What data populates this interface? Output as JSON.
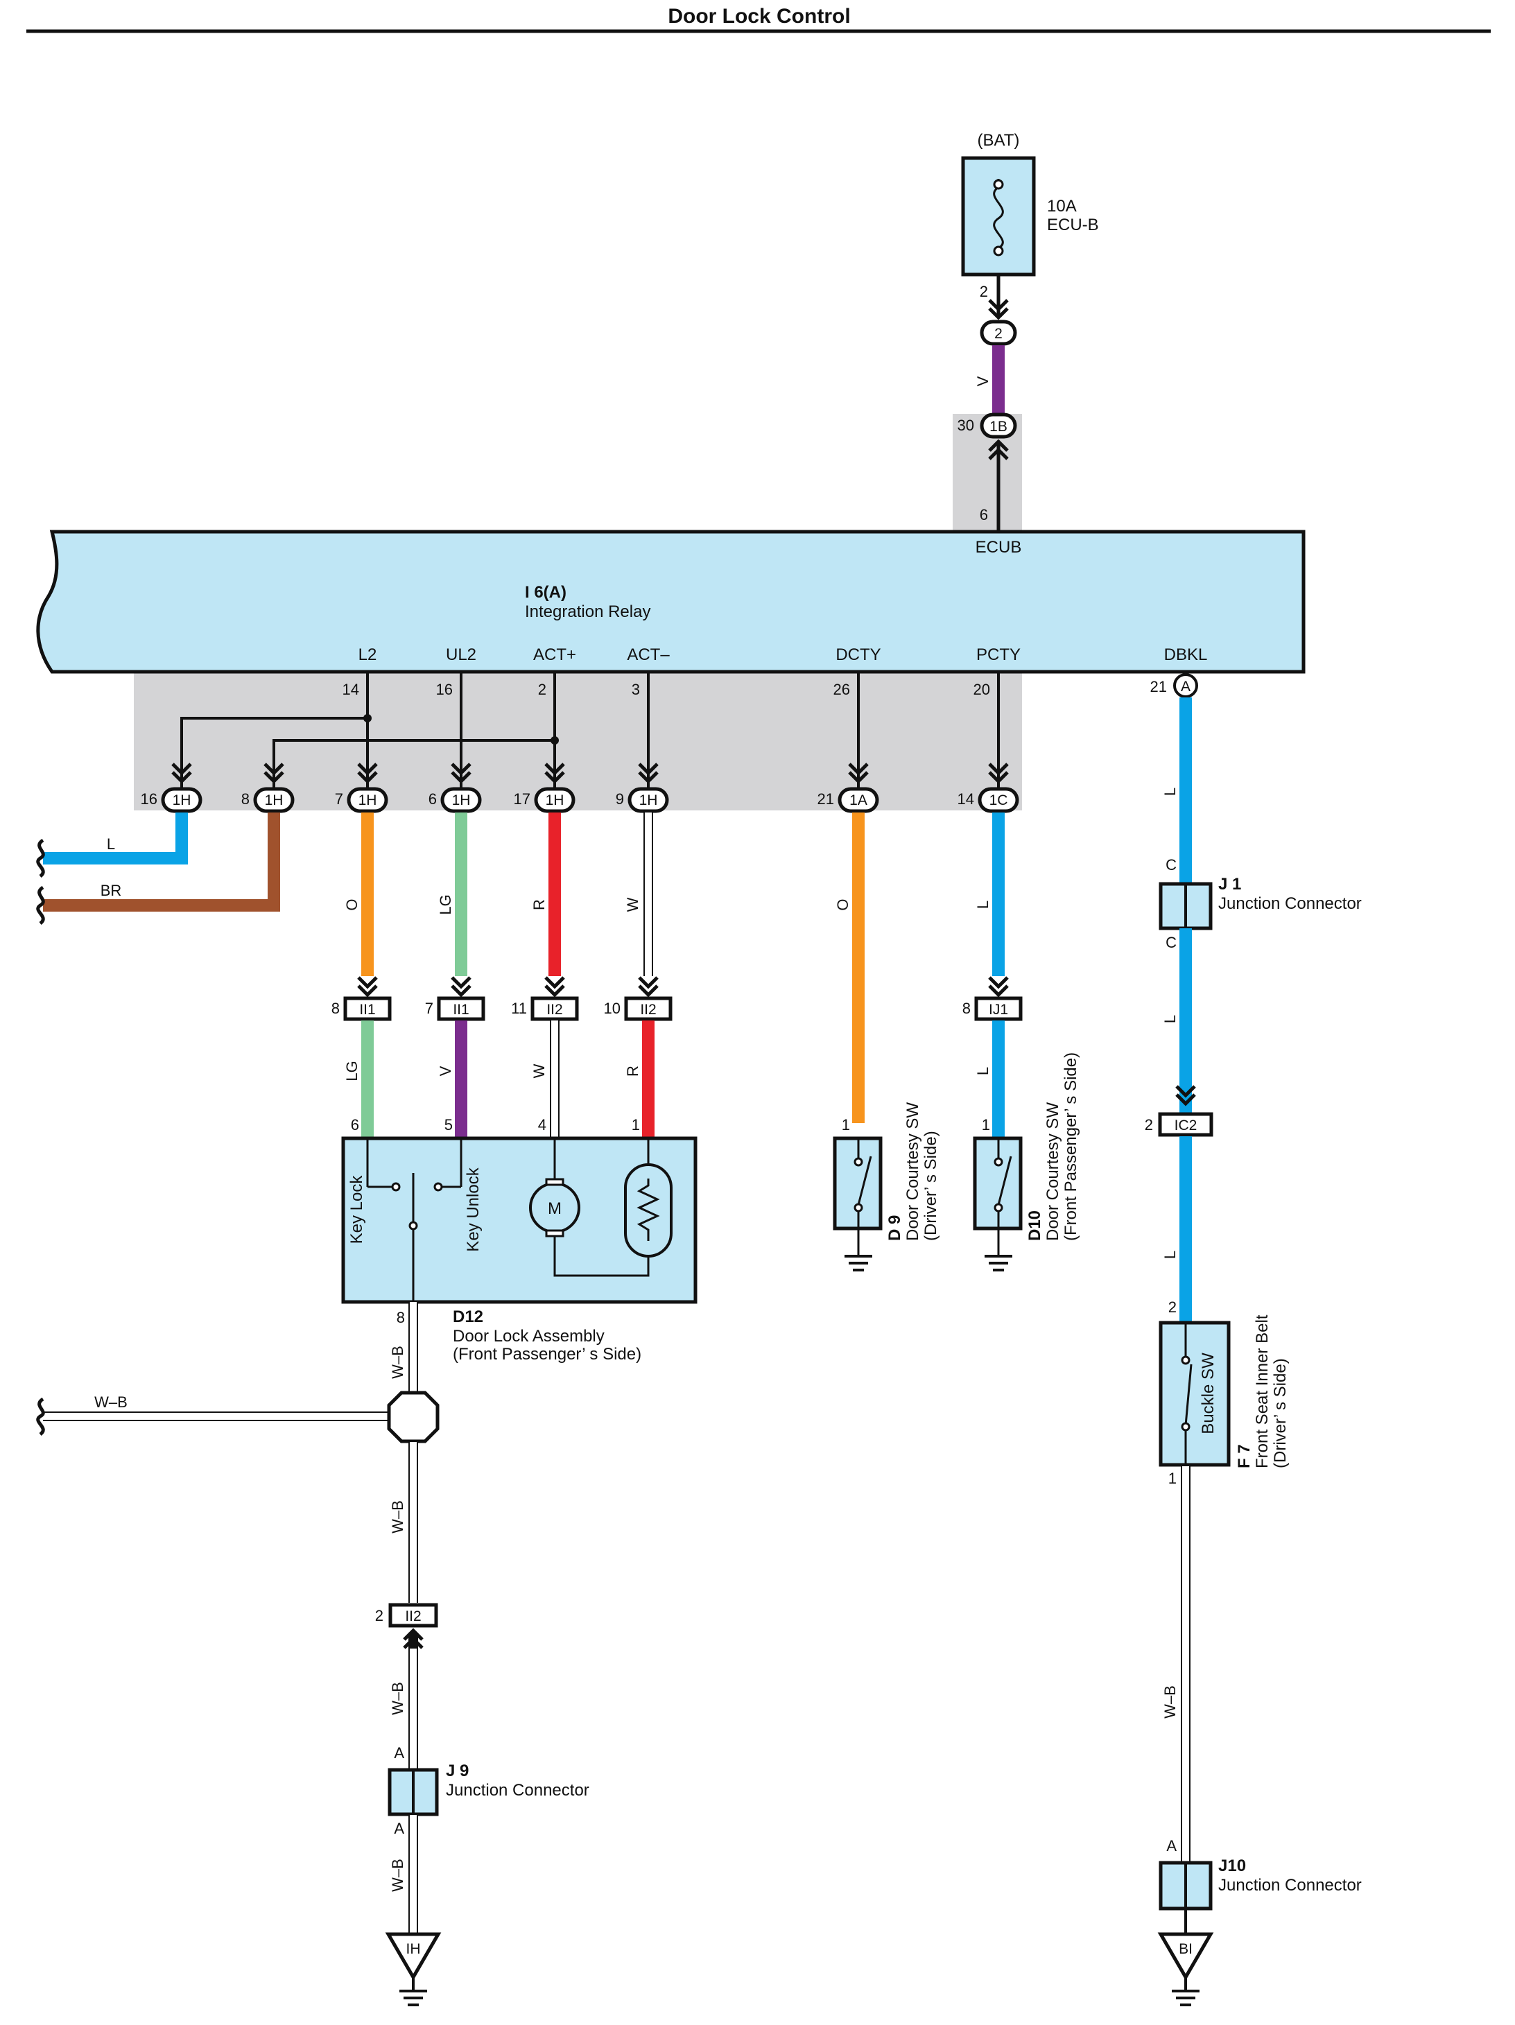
{
  "title": "Door Lock Control",
  "fuse": {
    "source": "(BAT)",
    "rating": "10A",
    "name": "ECU-B",
    "pin": "2"
  },
  "fuse_conn": "2",
  "wire_v": "V",
  "ecub_conn": {
    "pin": "30",
    "code": "1B"
  },
  "relay": {
    "id": "I 6(A)",
    "name": "Integration Relay",
    "ecub_pin": "6",
    "ecub_label": "ECUB",
    "terminals": [
      {
        "label": "L2",
        "pin": "14"
      },
      {
        "label": "UL2",
        "pin": "16"
      },
      {
        "label": "ACT+",
        "pin": "2"
      },
      {
        "label": "ACT–",
        "pin": "3"
      },
      {
        "label": "DCTY",
        "pin": "26"
      },
      {
        "label": "PCTY",
        "pin": "20"
      },
      {
        "label": "DBKL",
        "pin": "21",
        "connector": "A"
      }
    ]
  },
  "row_connectors": [
    {
      "pin": "16",
      "code": "1H"
    },
    {
      "pin": "8",
      "code": "1H"
    },
    {
      "pin": "7",
      "code": "1H"
    },
    {
      "pin": "6",
      "code": "1H"
    },
    {
      "pin": "17",
      "code": "1H"
    },
    {
      "pin": "9",
      "code": "1H"
    },
    {
      "pin": "21",
      "code": "1A"
    },
    {
      "pin": "14",
      "code": "1C"
    }
  ],
  "wires": {
    "w1": "L",
    "w2": "BR",
    "w3": "O",
    "w4": "LG",
    "w5": "R",
    "w6": "W",
    "w7": "O",
    "w8": "L",
    "w9": "L",
    "w10": "L",
    "w11": "L",
    "w12": "LG",
    "w13": "V",
    "w14": "W",
    "w15": "R",
    "w16": "L",
    "w17": "W–B",
    "w18": "W–B",
    "w19": "W–B",
    "w20": "W–B",
    "w21": "W–B",
    "w22": "W–B"
  },
  "colors": {
    "L": "#0aa3e6",
    "BR": "#a0522d",
    "O": "#f7941d",
    "LG": "#7fcb97",
    "R": "#e8222a",
    "W": "#ffffff",
    "V": "#7b2d8e",
    "WB": "#ffffff",
    "box": "#bfe6f5",
    "shade": "#d4d4d6"
  },
  "mid_connectors": [
    {
      "pin": "8",
      "code": "II1"
    },
    {
      "pin": "7",
      "code": "II1"
    },
    {
      "pin": "11",
      "code": "II2"
    },
    {
      "pin": "10",
      "code": "II2"
    },
    {
      "pin": "8",
      "code": "IJ1"
    },
    {
      "pin": "2",
      "code": "IC2"
    },
    {
      "pin": "2",
      "code": "II2"
    }
  ],
  "d12": {
    "id": "D12",
    "name": "Door Lock Assembly",
    "side": "(Front Passenger’ s Side)",
    "key_lock": "Key Lock",
    "key_unlock": "Key Unlock",
    "motor": "M",
    "pins": [
      "6",
      "5",
      "4",
      "1"
    ],
    "ground_pin": "8"
  },
  "d9": {
    "id": "D 9",
    "name": "Door Courtesy SW",
    "side": "(Driver’ s Side)",
    "pin": "1"
  },
  "d10": {
    "id": "D10",
    "name": "Door Courtesy SW",
    "side": "(Front Passenger’ s Side)",
    "pin": "1"
  },
  "j1": {
    "id": "J 1",
    "name": "Junction Connector",
    "pin_top": "C",
    "pin_bottom": "C"
  },
  "f7": {
    "id": "F 7",
    "name": "Front Seat Inner Belt",
    "side": "(Driver’ s Side)",
    "switch": "Buckle SW",
    "pin_top": "2",
    "pin_bottom": "1"
  },
  "j9": {
    "id": "J 9",
    "name": "Junction Connector",
    "pin_top": "A",
    "pin_bottom": "A"
  },
  "j10": {
    "id": "J10",
    "name": "Junction Connector",
    "pin_top": "A"
  },
  "grounds": [
    "IH",
    "BI"
  ]
}
